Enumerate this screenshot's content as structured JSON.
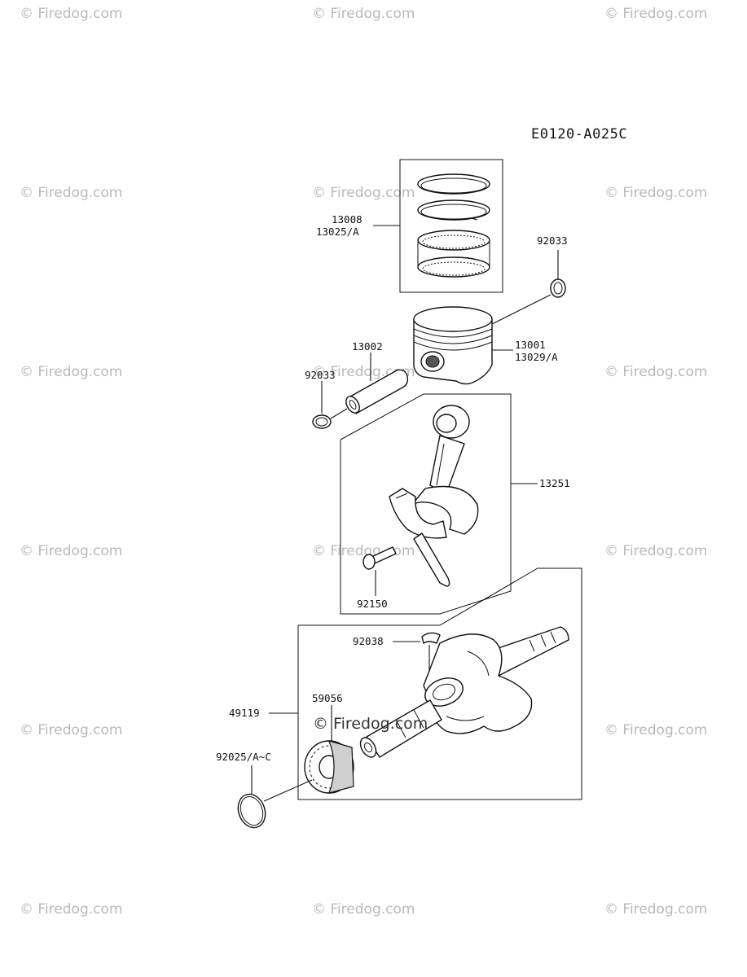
{
  "diagram_code": "E0120-A025C",
  "watermark": "Firedog.com",
  "watermark_center": "Firedog.com",
  "parts": {
    "piston_ring_set": {
      "numbers": [
        "13008",
        "13025/A"
      ]
    },
    "piston": {
      "numbers": [
        "13001",
        "13029/A"
      ]
    },
    "circlip_right": {
      "numbers": [
        "92033"
      ]
    },
    "circlip_left": {
      "numbers": [
        "92033"
      ]
    },
    "piston_pin": {
      "numbers": [
        "13002"
      ]
    },
    "connecting_rod": {
      "numbers": [
        "13251"
      ]
    },
    "rod_bolt": {
      "numbers": [
        "92150"
      ]
    },
    "key": {
      "numbers": [
        "92038"
      ]
    },
    "crankshaft": {
      "numbers": [
        "49119"
      ]
    },
    "crank_gear": {
      "numbers": [
        "59056"
      ]
    },
    "shim": {
      "numbers": [
        "92025/A~C"
      ]
    }
  }
}
